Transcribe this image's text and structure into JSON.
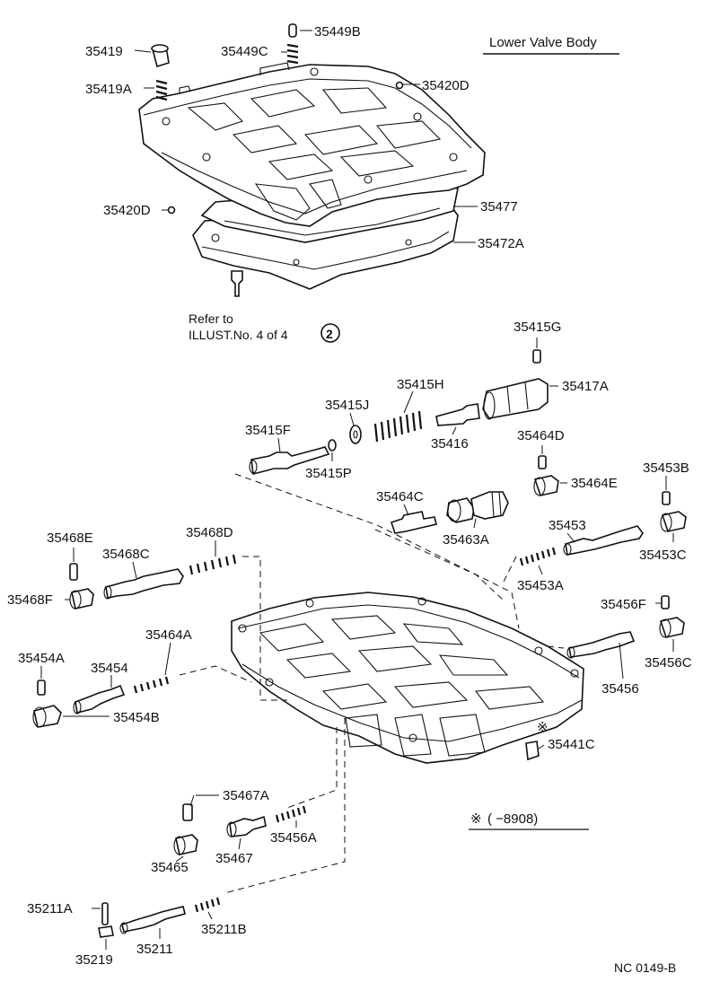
{
  "title": "Lower Valve Body",
  "refer_line1": "Refer to",
  "refer_line2": "ILLUST.No. 4 of 4",
  "refer_circle": "2",
  "footnote_symbol": "※",
  "footnote": "(      −8908)",
  "footer_code": "NC  0149-B",
  "parts": {
    "p35419": "35419",
    "p35419A": "35419A",
    "p35449B": "35449B",
    "p35449C": "35449C",
    "p35420D_top": "35420D",
    "p35420D_left": "35420D",
    "p35477": "35477",
    "p35472A": "35472A",
    "p35415G": "35415G",
    "p35415H": "35415H",
    "p35417A": "35417A",
    "p35415J": "35415J",
    "p35415F": "35415F",
    "p35416": "35416",
    "p35415P": "35415P",
    "p35464D": "35464D",
    "p35464E": "35464E",
    "p35453B": "35453B",
    "p35464C": "35464C",
    "p35463A": "35463A",
    "p35453": "35453",
    "p35453C": "35453C",
    "p35453A": "35453A",
    "p35468E": "35468E",
    "p35468C": "35468C",
    "p35468D": "35468D",
    "p35468F": "35468F",
    "p35456F": "35456F",
    "p35456C": "35456C",
    "p35464A": "35464A",
    "p35454A": "35454A",
    "p35454": "35454",
    "p35456": "35456",
    "p35454B": "35454B",
    "p35441C": "35441C",
    "p35467A": "35467A",
    "p35456A": "35456A",
    "p35465": "35465",
    "p35467": "35467",
    "p35211A": "35211A",
    "p35211B": "35211B",
    "p35219": "35219",
    "p35211": "35211"
  }
}
